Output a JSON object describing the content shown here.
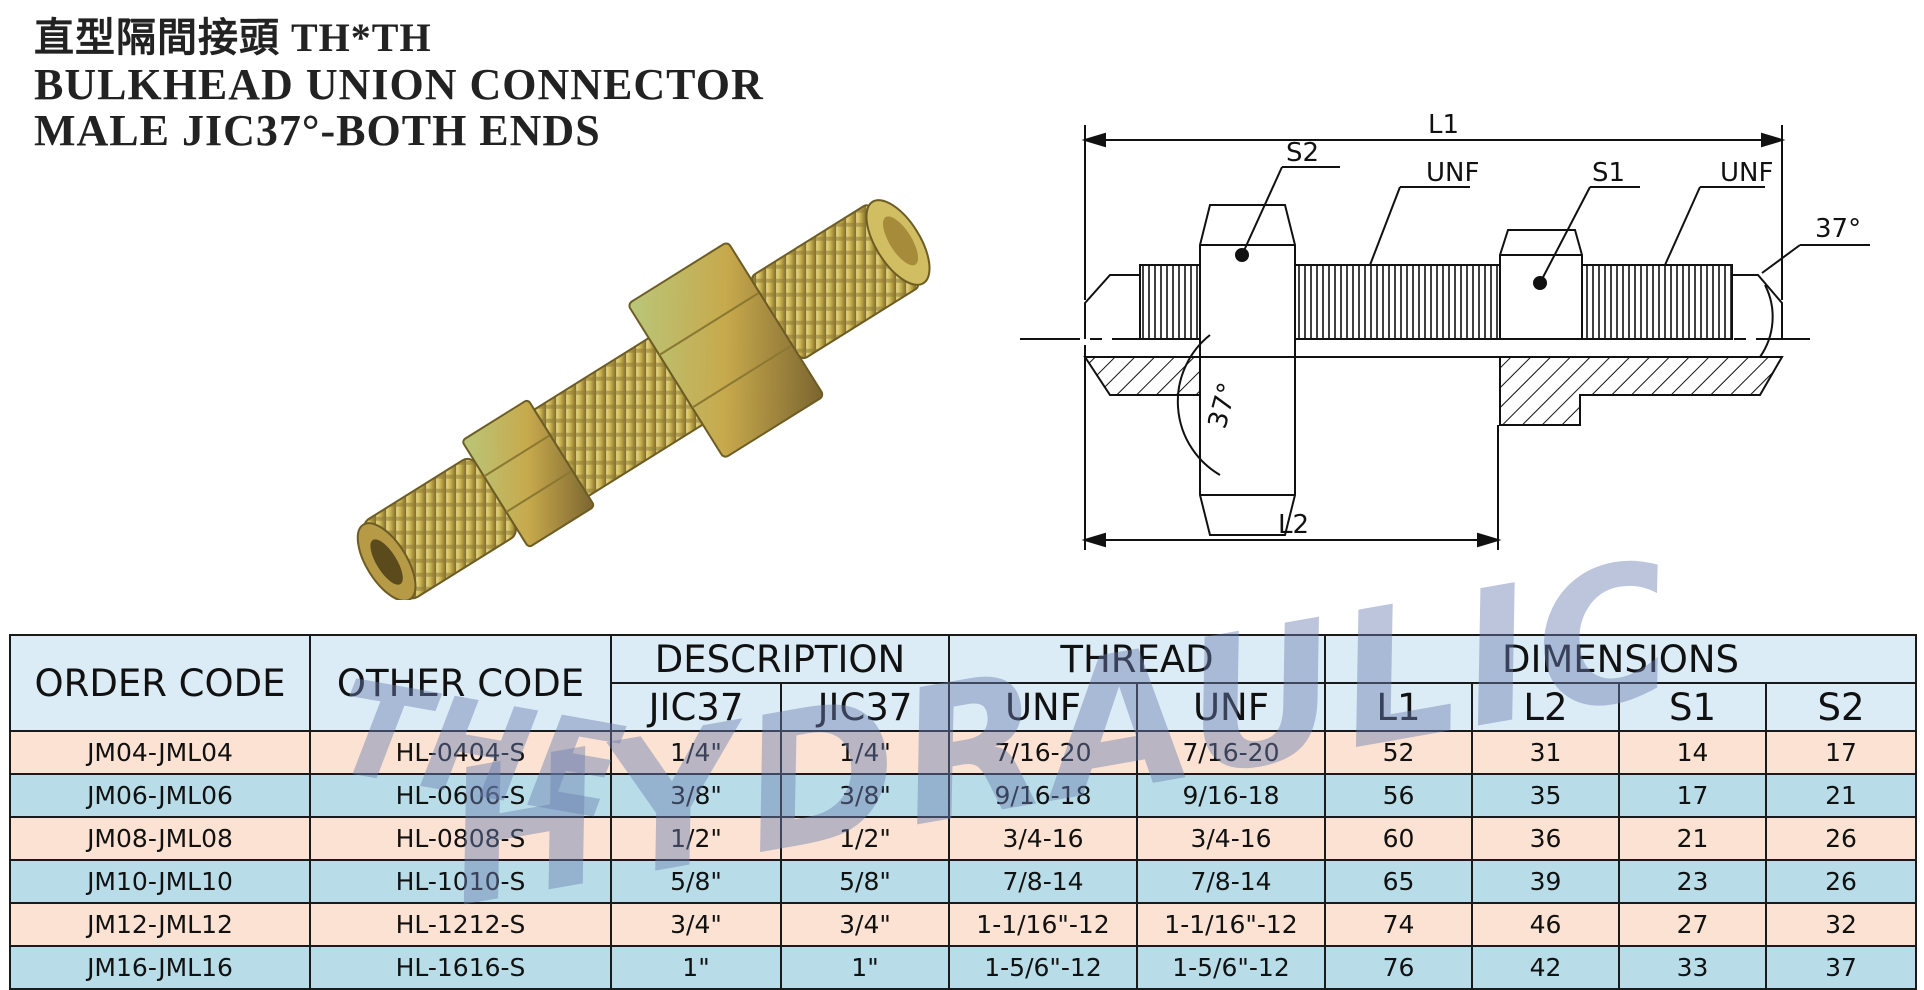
{
  "title": {
    "chinese": "直型隔間接頭",
    "code": "TH*TH",
    "line2": "BULKHEAD UNION CONNECTOR",
    "line3": "MALE JIC37°-BOTH ENDS"
  },
  "drawing": {
    "label_l1": "L1",
    "label_l2": "L2",
    "label_s1": "S1",
    "label_s2": "S2",
    "label_unf_left": "UNF",
    "label_unf_right": "UNF",
    "label_angle_right": "37°",
    "label_angle_left": "37°"
  },
  "watermark": {
    "line1": "THE",
    "line2": "HYDRAULIC"
  },
  "table": {
    "headers": {
      "order_code": "ORDER CODE",
      "other_code": "OTHER CODE",
      "description": "DESCRIPTION",
      "thread": "THREAD",
      "dimensions": "DIMENSIONS",
      "sub": [
        "JIC37",
        "JIC37",
        "UNF",
        "UNF",
        "L1",
        "L2",
        "S1",
        "S2"
      ]
    },
    "rows": [
      [
        "JM04-JML04",
        "HL-0404-S",
        "1/4\"",
        "1/4\"",
        "7/16-20",
        "7/16-20",
        "52",
        "31",
        "14",
        "17"
      ],
      [
        "JM06-JML06",
        "HL-0606-S",
        "3/8\"",
        "3/8\"",
        "9/16-18",
        "9/16-18",
        "56",
        "35",
        "17",
        "21"
      ],
      [
        "JM08-JML08",
        "HL-0808-S",
        "1/2\"",
        "1/2\"",
        "3/4-16",
        "3/4-16",
        "60",
        "36",
        "21",
        "26"
      ],
      [
        "JM10-JML10",
        "HL-1010-S",
        "5/8\"",
        "5/8\"",
        "7/8-14",
        "7/8-14",
        "65",
        "39",
        "23",
        "26"
      ],
      [
        "JM12-JML12",
        "HL-1212-S",
        "3/4\"",
        "3/4\"",
        "1-1/16\"-12",
        "1-1/16\"-12",
        "74",
        "46",
        "27",
        "32"
      ],
      [
        "JM16-JML16",
        "HL-1616-S",
        "1\"",
        "1\"",
        "1-5/6\"-12",
        "1-5/6\"-12",
        "76",
        "42",
        "33",
        "37"
      ]
    ]
  },
  "colors": {
    "row_peach": "#fbe2d2",
    "row_blue": "#b8dde8",
    "header_bg": "#dcecf6",
    "watermark": "#6a7fb0",
    "brass": "#c9b25a"
  }
}
